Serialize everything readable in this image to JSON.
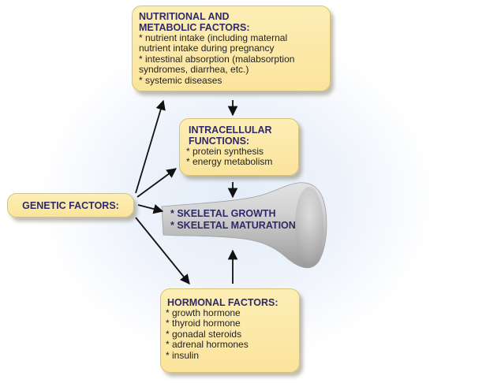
{
  "nutritional": {
    "title": "NUTRITIONAL AND\nMETABOLIC FACTORS:",
    "items": [
      "* nutrient intake (including maternal",
      "nutrient intake during pregnancy",
      "* intestinal absorption (malabsorption",
      "syndromes, diarrhea, etc.)",
      "* systemic diseases"
    ]
  },
  "intracellular": {
    "title": "INTRACELLULAR\nFUNCTIONS:",
    "items": [
      "* protein synthesis",
      "* energy metabolism"
    ]
  },
  "genetic": {
    "title": "GENETIC FACTORS:"
  },
  "outcome": {
    "items": [
      "* SKELETAL GROWTH",
      "* SKELETAL MATURATION"
    ]
  },
  "hormonal": {
    "title": "HORMONAL FACTORS:",
    "items": [
      "* growth hormone",
      "* thyroid hormone",
      "* gonadal steroids",
      "* adrenal hormones",
      "* insulin"
    ]
  },
  "colors": {
    "box_fill": "#fbe49c",
    "box_border": "#d8c27a",
    "title_text": "#2e2a68",
    "arrow": "#111111",
    "bone": "#c8c8c8"
  },
  "icons": {
    "bone_image": "bone-icon"
  }
}
